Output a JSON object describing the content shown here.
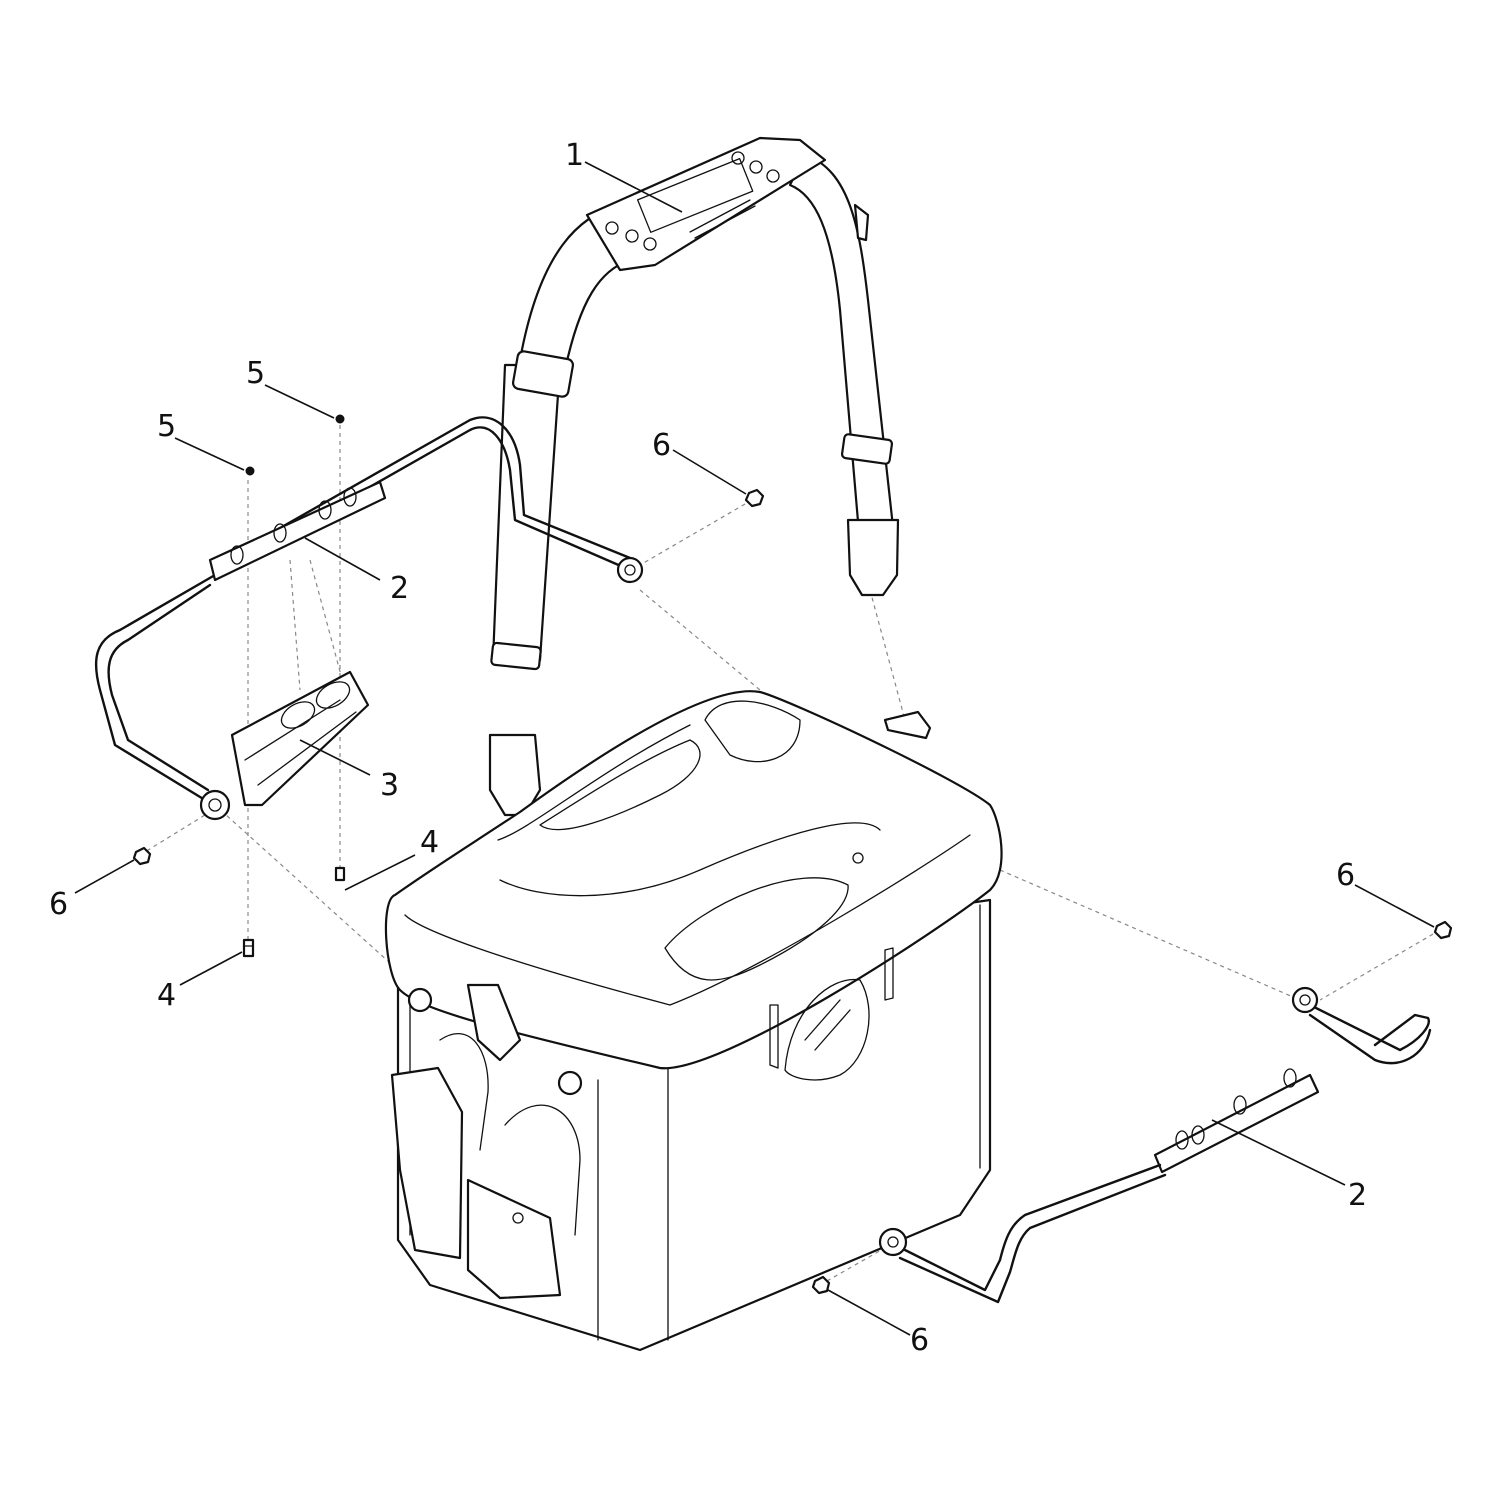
{
  "callouts": [
    {
      "id": "c1",
      "label": "1",
      "part": "shoulder-strap"
    },
    {
      "id": "c2a",
      "label": "2",
      "part": "rod-holder-frame-left"
    },
    {
      "id": "c2b",
      "label": "2",
      "part": "rod-holder-frame-right"
    },
    {
      "id": "c3",
      "label": "3",
      "part": "rod-clip"
    },
    {
      "id": "c4a",
      "label": "4",
      "part": "screw-right"
    },
    {
      "id": "c4b",
      "label": "4",
      "part": "screw-left"
    },
    {
      "id": "c5a",
      "label": "5",
      "part": "nut-right"
    },
    {
      "id": "c5b",
      "label": "5",
      "part": "nut-left"
    },
    {
      "id": "c6a",
      "label": "6",
      "part": "washer-nut-top"
    },
    {
      "id": "c6b",
      "label": "6",
      "part": "washer-nut-left"
    },
    {
      "id": "c6c",
      "label": "6",
      "part": "washer-nut-right"
    },
    {
      "id": "c6d",
      "label": "6",
      "part": "washer-nut-bottom"
    }
  ],
  "colors": {
    "line": "#111111",
    "guide": "#888888",
    "background": "#ffffff"
  }
}
